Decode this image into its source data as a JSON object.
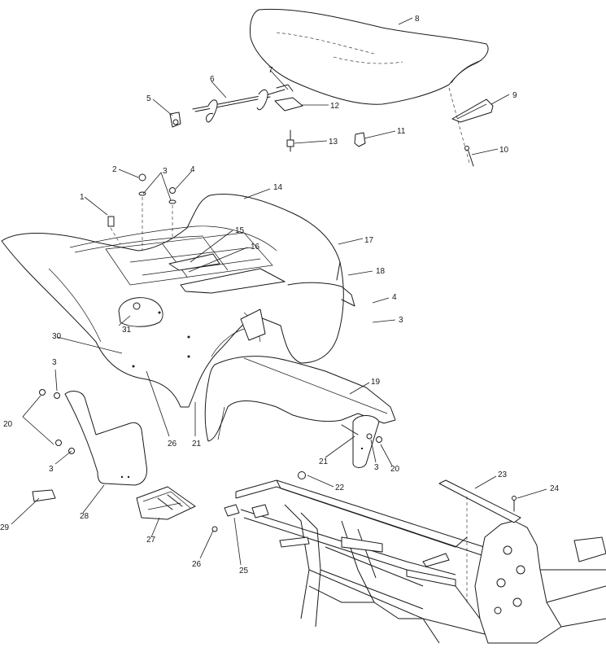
{
  "callouts": [
    {
      "id": "c8",
      "text": "8"
    },
    {
      "id": "c9",
      "text": "9"
    },
    {
      "id": "c10",
      "text": "10"
    },
    {
      "id": "c11",
      "text": "11"
    },
    {
      "id": "c12",
      "text": "12"
    },
    {
      "id": "c13",
      "text": "13"
    },
    {
      "id": "c7",
      "text": "7"
    },
    {
      "id": "c6",
      "text": "6"
    },
    {
      "id": "c5",
      "text": "5"
    },
    {
      "id": "c2",
      "text": "2"
    },
    {
      "id": "c3a",
      "text": "3"
    },
    {
      "id": "c4a",
      "text": "4"
    },
    {
      "id": "c1",
      "text": "1"
    },
    {
      "id": "c14",
      "text": "14"
    },
    {
      "id": "c15",
      "text": "15"
    },
    {
      "id": "c16",
      "text": "16"
    },
    {
      "id": "c17",
      "text": "17"
    },
    {
      "id": "c18",
      "text": "18"
    },
    {
      "id": "c4b",
      "text": "4"
    },
    {
      "id": "c3b",
      "text": "3"
    },
    {
      "id": "c31",
      "text": "31"
    },
    {
      "id": "c30",
      "text": "30"
    },
    {
      "id": "c19",
      "text": "19"
    },
    {
      "id": "c3c",
      "text": "3"
    },
    {
      "id": "c20a",
      "text": "20"
    },
    {
      "id": "c3d",
      "text": "3"
    },
    {
      "id": "c26a",
      "text": "26"
    },
    {
      "id": "c21a",
      "text": "21"
    },
    {
      "id": "c21b",
      "text": "21"
    },
    {
      "id": "c3e",
      "text": "3"
    },
    {
      "id": "c20b",
      "text": "20"
    },
    {
      "id": "c22",
      "text": "22"
    },
    {
      "id": "c23",
      "text": "23"
    },
    {
      "id": "c24",
      "text": "24"
    },
    {
      "id": "c29",
      "text": "29"
    },
    {
      "id": "c28",
      "text": "28"
    },
    {
      "id": "c27",
      "text": "27"
    },
    {
      "id": "c26b",
      "text": "26"
    },
    {
      "id": "c25",
      "text": "25"
    }
  ]
}
